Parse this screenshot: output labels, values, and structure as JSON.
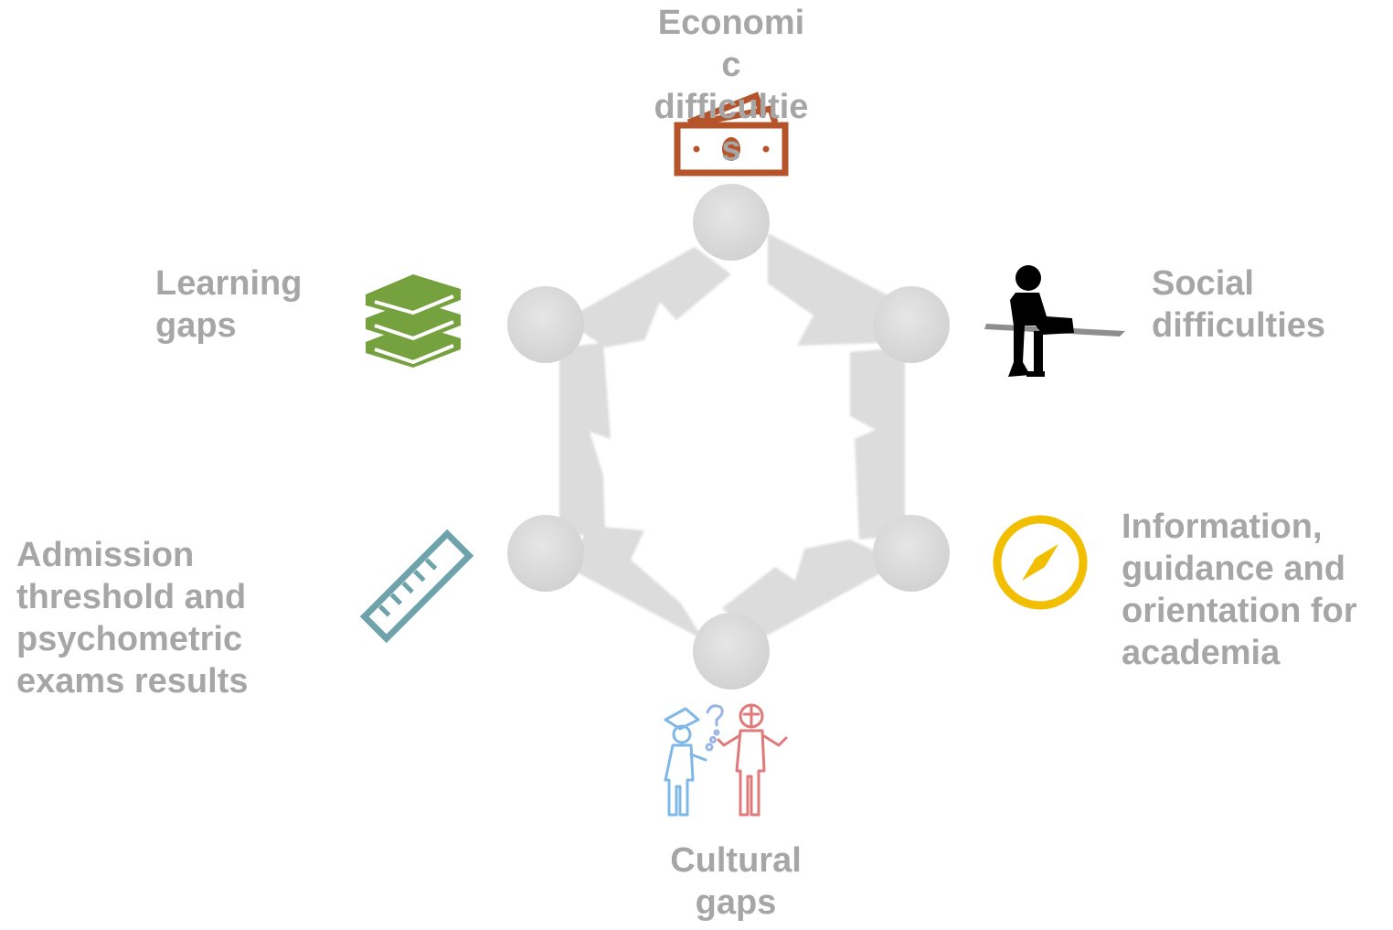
{
  "diagram": {
    "type": "cycle",
    "colors": {
      "label_text": "#a6a6a6",
      "cycle_fill": "#dcdcdc",
      "money_icon": "#b5532a",
      "books_icon": "#76a13f",
      "person_icon": "#000000",
      "compass_icon": "#f2be00",
      "ruler_icon": "#6ea3ab",
      "people_icon_left": "#7fb8e6",
      "people_icon_right": "#e07a7a"
    },
    "items": [
      {
        "id": "economic",
        "label": "Economi\nc\ndifficultie\ns",
        "icon": "money-icon"
      },
      {
        "id": "social",
        "label": "Social\ndifficulties",
        "icon": "thinking-person-icon"
      },
      {
        "id": "information",
        "label": "Information,\nguidance and\norientation for\nacademia",
        "icon": "compass-icon"
      },
      {
        "id": "cultural",
        "label": "Cultural\ngaps",
        "icon": "people-talking-icon"
      },
      {
        "id": "admission",
        "label": "Admission\nthreshold and\npsychometric\nexams results",
        "icon": "ruler-icon"
      },
      {
        "id": "learning",
        "label": "Learning\ngaps",
        "icon": "books-icon"
      }
    ]
  }
}
